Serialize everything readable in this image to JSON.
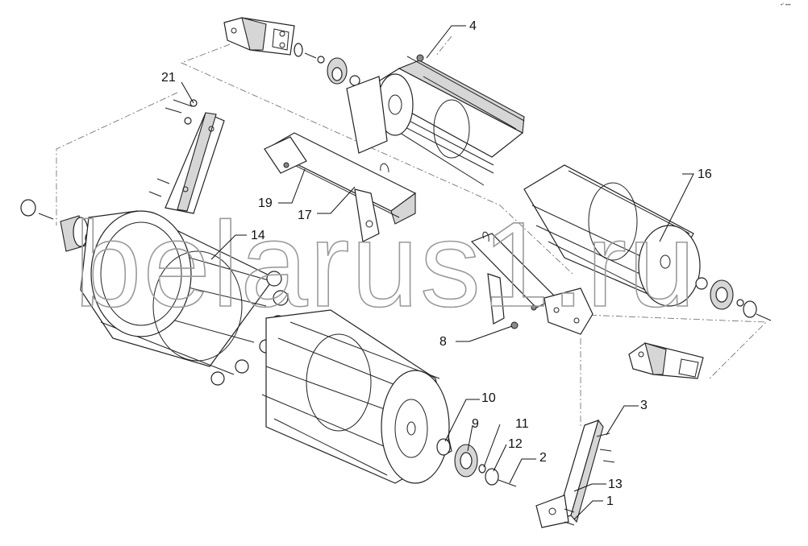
{
  "watermark": "belarus1.ru",
  "corner_mark": "•° •••",
  "callouts": [
    {
      "id": "1",
      "label": "1"
    },
    {
      "id": "2",
      "label": "2"
    },
    {
      "id": "3",
      "label": "3"
    },
    {
      "id": "4",
      "label": "4"
    },
    {
      "id": "8",
      "label": "8"
    },
    {
      "id": "9",
      "label": "9"
    },
    {
      "id": "10",
      "label": "10"
    },
    {
      "id": "11",
      "label": "11"
    },
    {
      "id": "12",
      "label": "12"
    },
    {
      "id": "13",
      "label": "13"
    },
    {
      "id": "14",
      "label": "14"
    },
    {
      "id": "16",
      "label": "16"
    },
    {
      "id": "17",
      "label": "17"
    },
    {
      "id": "19",
      "label": "19"
    },
    {
      "id": "21",
      "label": "21"
    }
  ]
}
